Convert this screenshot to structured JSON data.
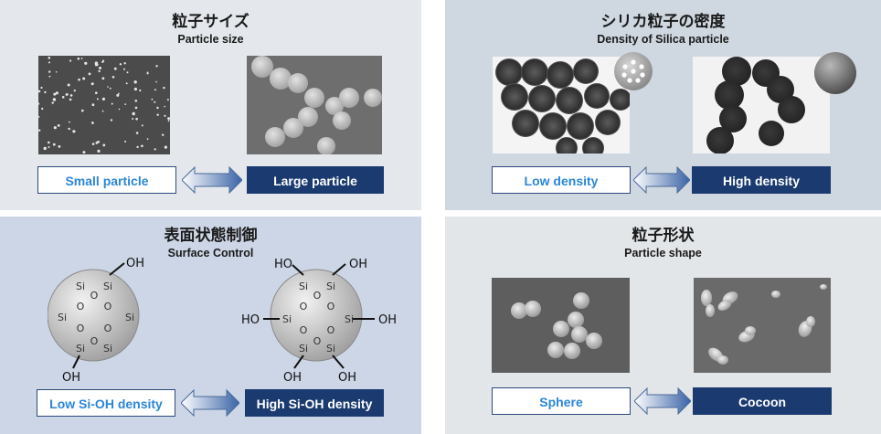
{
  "size": {
    "title_jp": "粒子サイズ",
    "title_en": "Particle size",
    "left_label": "Small particle",
    "right_label": "Large particle"
  },
  "density": {
    "title_jp": "シリカ粒子の密度",
    "title_en": "Density of Silica particle",
    "left_label": "Low density",
    "right_label": "High density"
  },
  "surface": {
    "title_jp": "表面状態制御",
    "title_en": "Surface Control",
    "left_label": "Low Si-OH density",
    "right_label": "High Si-OH density",
    "si": "Si",
    "o": "O",
    "oh": "OH",
    "ho": "HO"
  },
  "shape": {
    "title_jp": "粒子形状",
    "title_en": "Particle shape",
    "left_label": "Sphere",
    "right_label": "Cocoon"
  },
  "colors": {
    "dark_box": "#1b3a70",
    "light_text": "#2a86d8"
  }
}
